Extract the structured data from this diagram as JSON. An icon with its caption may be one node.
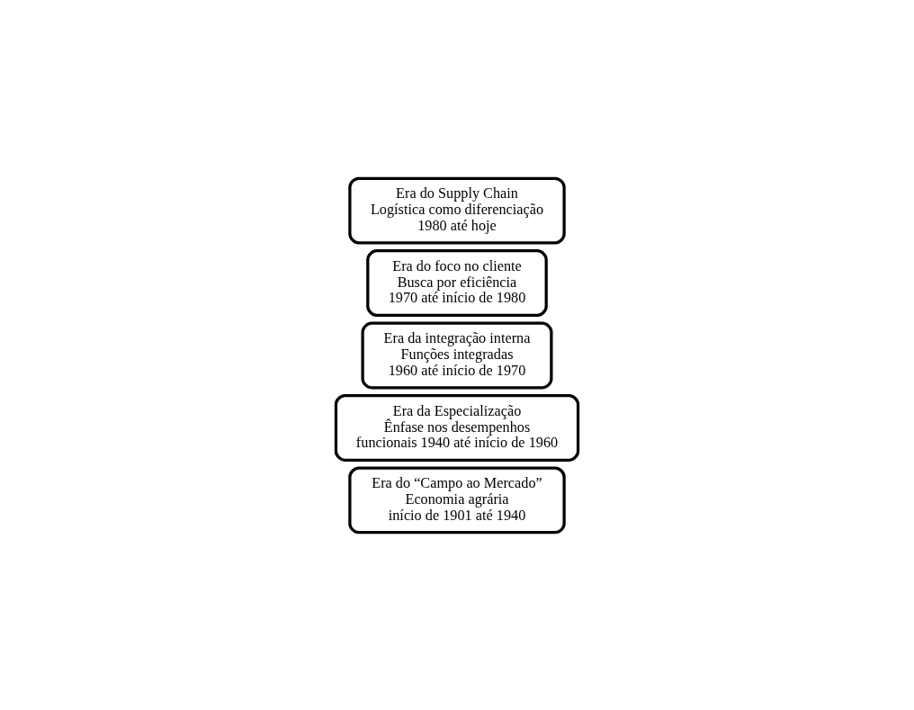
{
  "diagram": {
    "nodes": [
      {
        "text": [
          "Era do Supply Chain",
          "Logística como diferenciação",
          "1980 até hoje"
        ]
      },
      {
        "text": [
          "Era do foco no cliente",
          "Busca por eficiência",
          "1970 até início de 1980"
        ]
      },
      {
        "text": [
          "Era da integração interna",
          "Funções integradas",
          "1960 até início de 1970"
        ]
      },
      {
        "text": [
          "Era da Especialização",
          "Ênfase nos desempenhos",
          "funcionais 1940 até início de 1960"
        ]
      },
      {
        "text": [
          "Era do “Campo ao Mercado”",
          "Economia agrária",
          "início de 1901 até 1940"
        ]
      }
    ],
    "edges": []
  }
}
